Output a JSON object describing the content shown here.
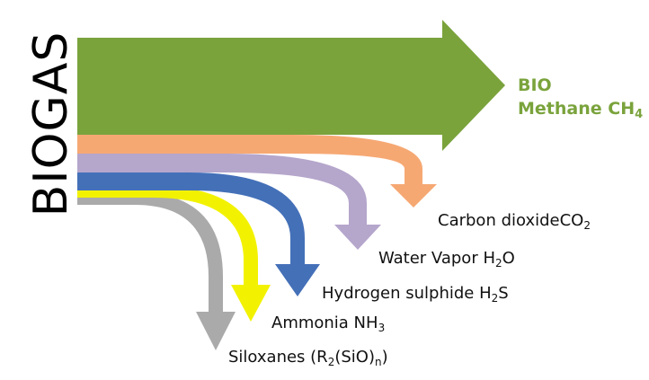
{
  "title": "BIOGAS",
  "colors": {
    "methane": "#7aa33c",
    "methane_text": "#7aa33c",
    "co2": "#f6a873",
    "h2o": "#b5a6cc",
    "h2s": "#4470b8",
    "nh3": "#f2f200",
    "siloxanes": "#aaaaaa"
  },
  "products": {
    "methane": {
      "line1": "BIO",
      "line2": "Methane CH",
      "sub": "4"
    },
    "co2": {
      "text": "Carbon dioxideCO",
      "sub": "2",
      "icon": "orange-arrow"
    },
    "h2o": {
      "pre": "Water Vapor H",
      "sub": "2",
      "post": "O",
      "icon": "lavender-arrow"
    },
    "h2s": {
      "pre": "Hydrogen sulphide H",
      "sub": "2",
      "post": "S",
      "icon": "blue-arrow"
    },
    "nh3": {
      "text": "Ammonia NH",
      "sub": "3",
      "icon": "yellow-arrow"
    },
    "siloxanes": {
      "pre": "Siloxanes (R",
      "sub1": "2",
      "mid": "(SiO)",
      "sub2": "n",
      "post": ")",
      "icon": "gray-arrow"
    }
  }
}
